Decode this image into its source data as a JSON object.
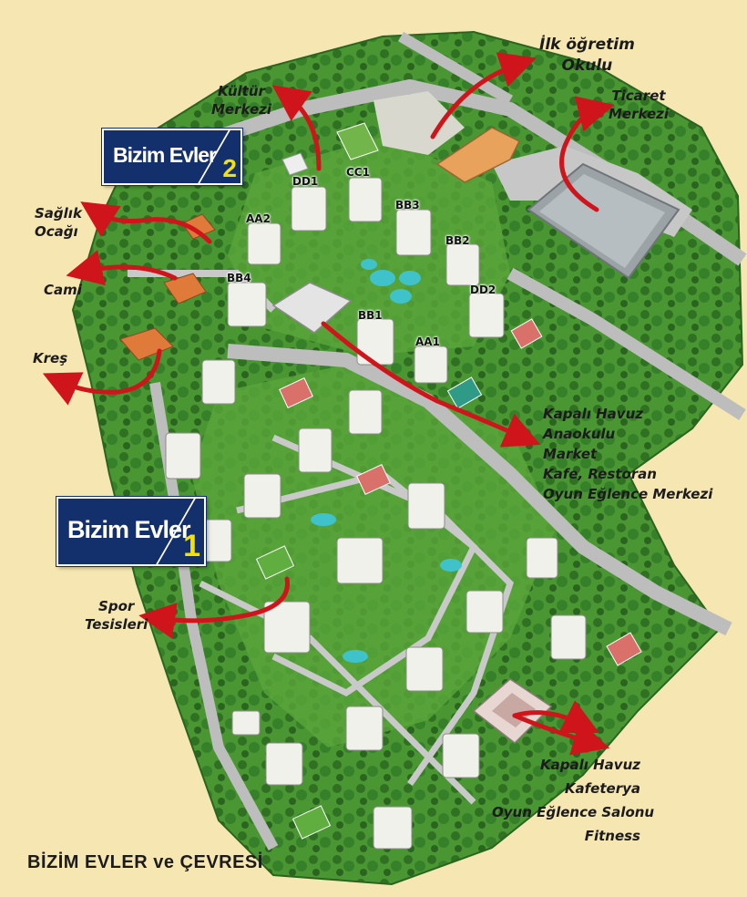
{
  "title": "BİZİM EVLER ve ÇEVRESİ",
  "logos": {
    "project_2": {
      "brand": "Bizim Evler",
      "number": "2"
    },
    "project_1": {
      "brand": "Bizim Evler",
      "number": "1"
    }
  },
  "buildings": {
    "dd1": "DD1",
    "cc1": "CC1",
    "aa2": "AA2",
    "bb3": "BB3",
    "bb2": "BB2",
    "bb4": "BB4",
    "dd2": "DD2",
    "bb1": "BB1",
    "aa1": "AA1"
  },
  "places": {
    "school": [
      "İlk öğretim",
      "Okulu"
    ],
    "culture_center": [
      "Kültür",
      "Merkezi"
    ],
    "trade_center": [
      "Ticaret",
      "Merkezi"
    ],
    "health_center": [
      "Sağlık",
      "Ocağı"
    ],
    "mosque": [
      "Cami"
    ],
    "nursery": [
      "Kreş"
    ],
    "sports": [
      "Spor",
      "Tesisleri"
    ],
    "facilities_2": [
      "Kapalı Havuz",
      "Anaokulu",
      "Market",
      "Kafe, Restoran",
      "Oyun Eğlence Merkezi"
    ],
    "facilities_1": [
      "Kapalı Havuz",
      "Kafeterya",
      "Oyun Eğlence Salonu",
      "Fitness"
    ]
  },
  "colors": {
    "background": "#f6e6b2",
    "grass": "#3f8a2c",
    "tree": "#2d6b1f",
    "road": "#bdbdbd",
    "arrow": "#d0141b",
    "logo_blue": "#14306c",
    "logo_number": "#f4e200"
  }
}
